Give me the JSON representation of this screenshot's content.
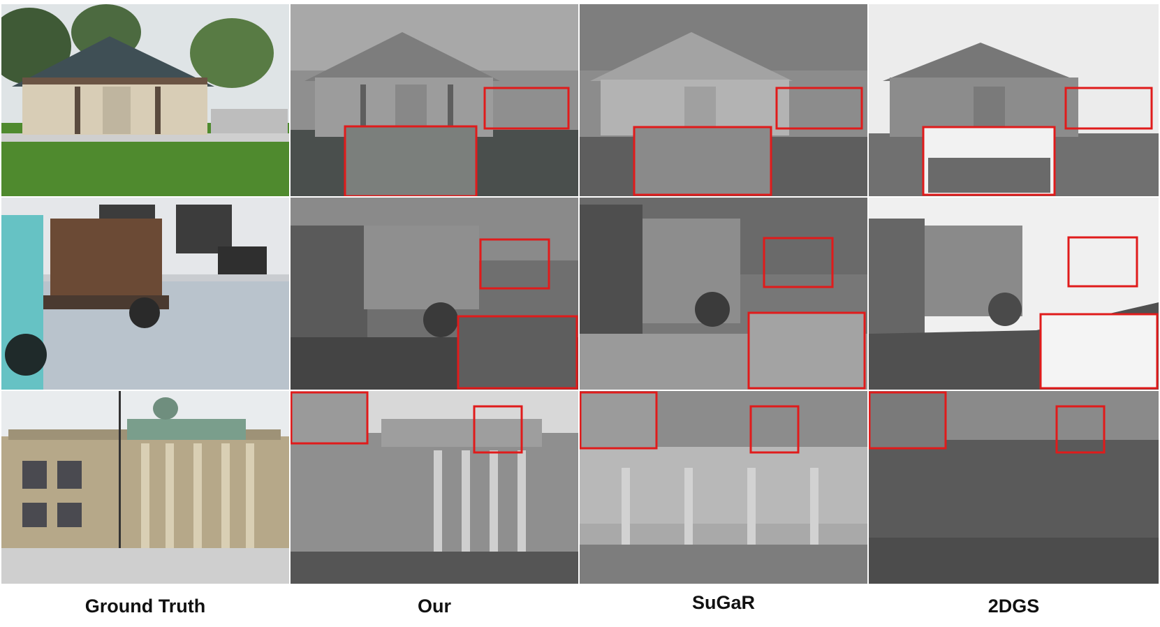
{
  "columns": [
    "Ground Truth",
    "Our",
    "SuGaR",
    "2DGS"
  ],
  "rows": [
    {
      "scene": "restroom-building",
      "content": "photo-and-normal-renderings"
    },
    {
      "scene": "vintage-truck",
      "content": "photo-and-normal-renderings"
    },
    {
      "scene": "courthouse",
      "content": "photo-and-normal-renderings"
    }
  ],
  "colors": {
    "highlight_box": "#e01b1b",
    "grass": "#4f8a2e",
    "sky": "#e8ecee",
    "truck": "#66c2c4",
    "render_gray": "#9a9a9a",
    "render_dark": "#4a4a4a"
  }
}
